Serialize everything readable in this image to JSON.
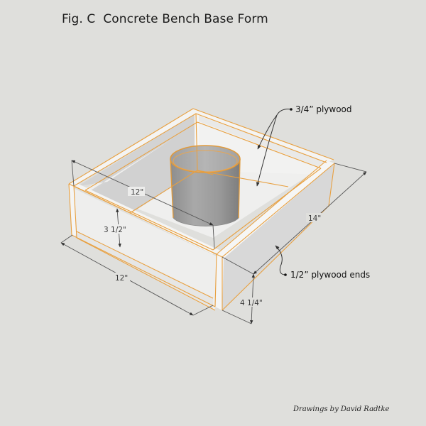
{
  "figure": {
    "title": "Fig. C  Concrete Bench Base Form",
    "credit": "Drawings by David Radtke",
    "colors": {
      "background": "#dfdfdc",
      "edge_highlight": "#e8a040",
      "panel_light": "#f0f0ef",
      "panel_shade": "#d6d6d6",
      "cylinder": "#9a9a9a",
      "dimension_line": "#555555"
    }
  },
  "dimensions": {
    "top_length": "12\"",
    "front_length": "12\"",
    "depth": "14\"",
    "inner_height": "3 1/2\"",
    "outer_height": "4 1/4\""
  },
  "callouts": {
    "sides": "3/4” plywood",
    "ends": "1/2” plywood ends"
  }
}
